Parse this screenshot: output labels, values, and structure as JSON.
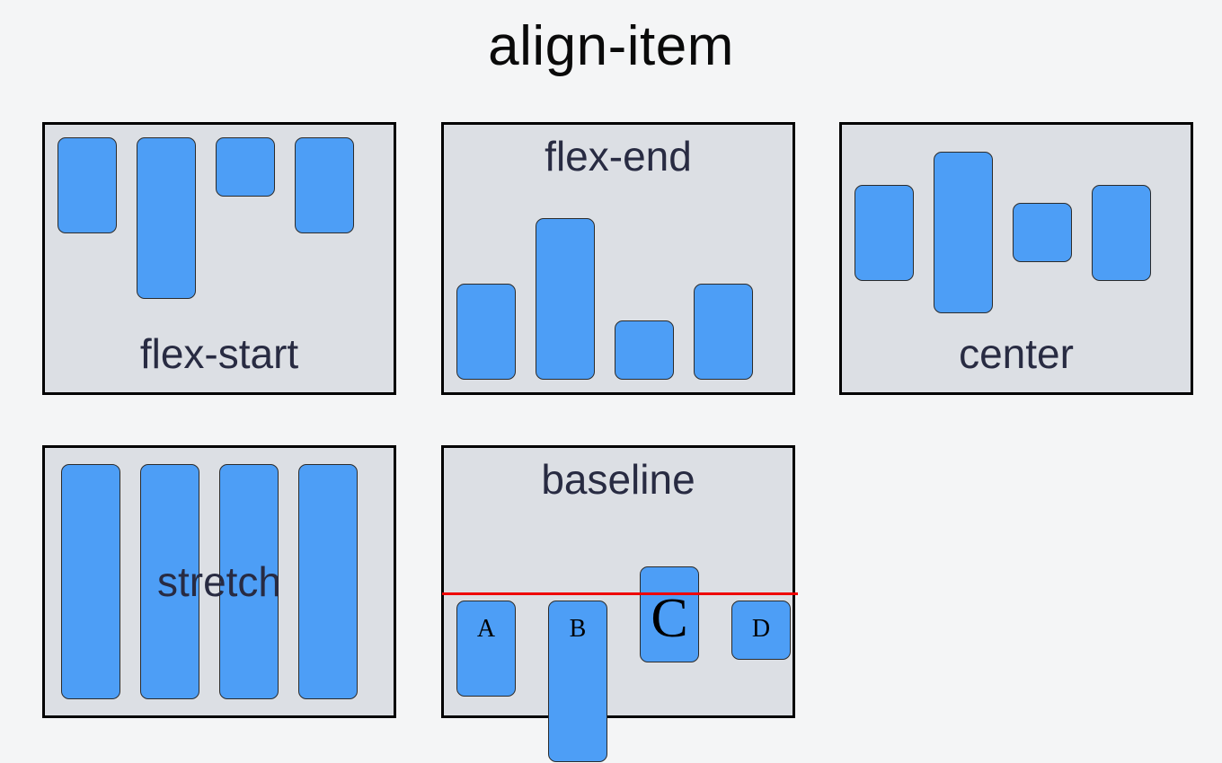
{
  "title": "align-item",
  "colors": {
    "page_background": "#f4f5f6",
    "panel_background": "#dcdfe4",
    "panel_border": "#000000",
    "box_fill": "#4d9ef6",
    "box_border": "#2b2b2b",
    "label_text": "#282b42",
    "title_text": "#0a0a0a",
    "baseline_rule": "#ee0000"
  },
  "panels": [
    {
      "id": "flex-start",
      "label": "flex-start",
      "label_position": "bottom",
      "align_items": "flex-start",
      "boxes": [
        {
          "width": 66,
          "height": 107
        },
        {
          "width": 66,
          "height": 180
        },
        {
          "width": 66,
          "height": 66
        },
        {
          "width": 66,
          "height": 107
        }
      ]
    },
    {
      "id": "flex-end",
      "label": "flex-end",
      "label_position": "top",
      "align_items": "flex-end",
      "boxes": [
        {
          "width": 66,
          "height": 107
        },
        {
          "width": 66,
          "height": 180
        },
        {
          "width": 66,
          "height": 66
        },
        {
          "width": 66,
          "height": 107
        }
      ]
    },
    {
      "id": "center",
      "label": "center",
      "label_position": "bottom",
      "align_items": "center",
      "boxes": [
        {
          "width": 66,
          "height": 107
        },
        {
          "width": 66,
          "height": 180
        },
        {
          "width": 66,
          "height": 66
        },
        {
          "width": 66,
          "height": 107
        }
      ]
    },
    {
      "id": "stretch",
      "label": "stretch",
      "label_position": "middle",
      "align_items": "stretch",
      "boxes": [
        {
          "width": 66,
          "height": 0
        },
        {
          "width": 66,
          "height": 0
        },
        {
          "width": 66,
          "height": 0
        },
        {
          "width": 66,
          "height": 0
        }
      ]
    },
    {
      "id": "baseline",
      "label": "baseline",
      "label_position": "top",
      "align_items": "baseline",
      "boxes": [
        {
          "letter": "A",
          "width": 66,
          "height": 107,
          "font_size": 28
        },
        {
          "letter": "B",
          "width": 66,
          "height": 180,
          "font_size": 28
        },
        {
          "letter": "C",
          "width": 66,
          "height": 107,
          "font_size": 62
        },
        {
          "letter": "D",
          "width": 66,
          "height": 66,
          "font_size": 28
        }
      ],
      "baseline_rule": true
    }
  ]
}
